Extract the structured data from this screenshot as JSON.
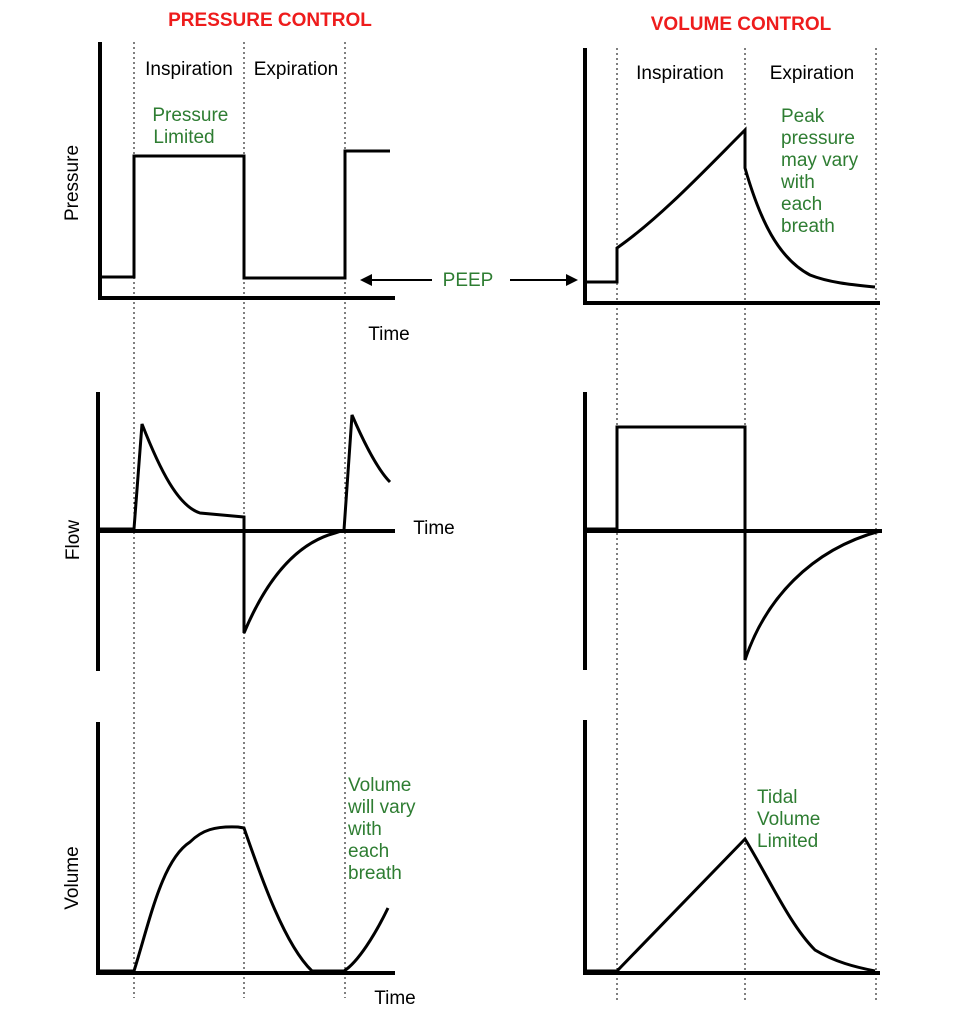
{
  "pressure_control": {
    "title": "PRESSURE CONTROL",
    "phase_inspiration": "Inspiration",
    "phase_expiration": "Expiration",
    "pressure_axis_label": "Pressure",
    "pressure_time_label": "Time",
    "pressure_note": [
      "Pressure",
      "Limited"
    ],
    "flow_axis_label": "Flow",
    "flow_time_label": "Time",
    "volume_axis_label": "Volume",
    "volume_time_label": "Time",
    "volume_note": [
      "Volume",
      "will vary",
      "with",
      "each",
      "breath"
    ]
  },
  "volume_control": {
    "title": "VOLUME CONTROL",
    "phase_inspiration": "Inspiration",
    "phase_expiration": "Expiration",
    "pressure_note": [
      "Peak",
      "pressure",
      "may vary",
      "with",
      "each",
      "breath"
    ],
    "volume_note": [
      "Tidal",
      "Volume",
      "Limited"
    ]
  },
  "peep_label": "PEEP",
  "colors": {
    "title": "#ee1c1c",
    "note": "#2e7d32",
    "line": "#000000"
  }
}
